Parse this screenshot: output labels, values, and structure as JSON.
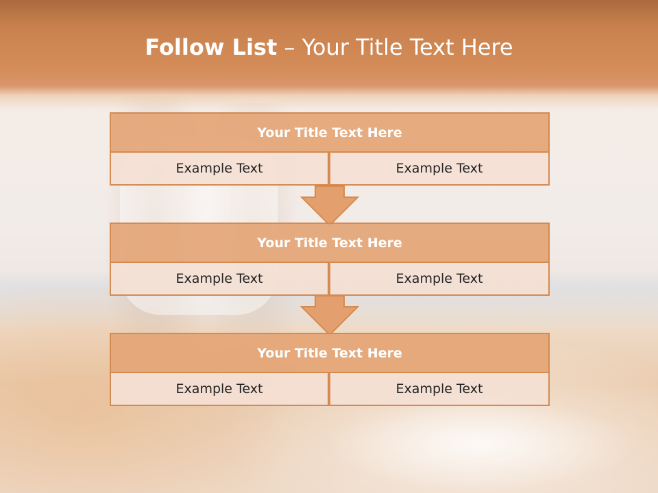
{
  "slide": {
    "title_bold": "Follow List",
    "title_rest": " – Your Title Text Here"
  },
  "blocks": [
    {
      "title": "Your Title Text Here",
      "left": "Example Text",
      "right": "Example Text"
    },
    {
      "title": "Your Title Text Here",
      "left": "Example Text",
      "right": "Example Text"
    },
    {
      "title": "Your Title Text Here",
      "left": "Example Text",
      "right": "Example Text"
    }
  ],
  "colors": {
    "header": "#d48c58",
    "block_title_fill": "#e4a576",
    "block_border": "#d58a50",
    "cell_fill": "#f4e0d4"
  }
}
